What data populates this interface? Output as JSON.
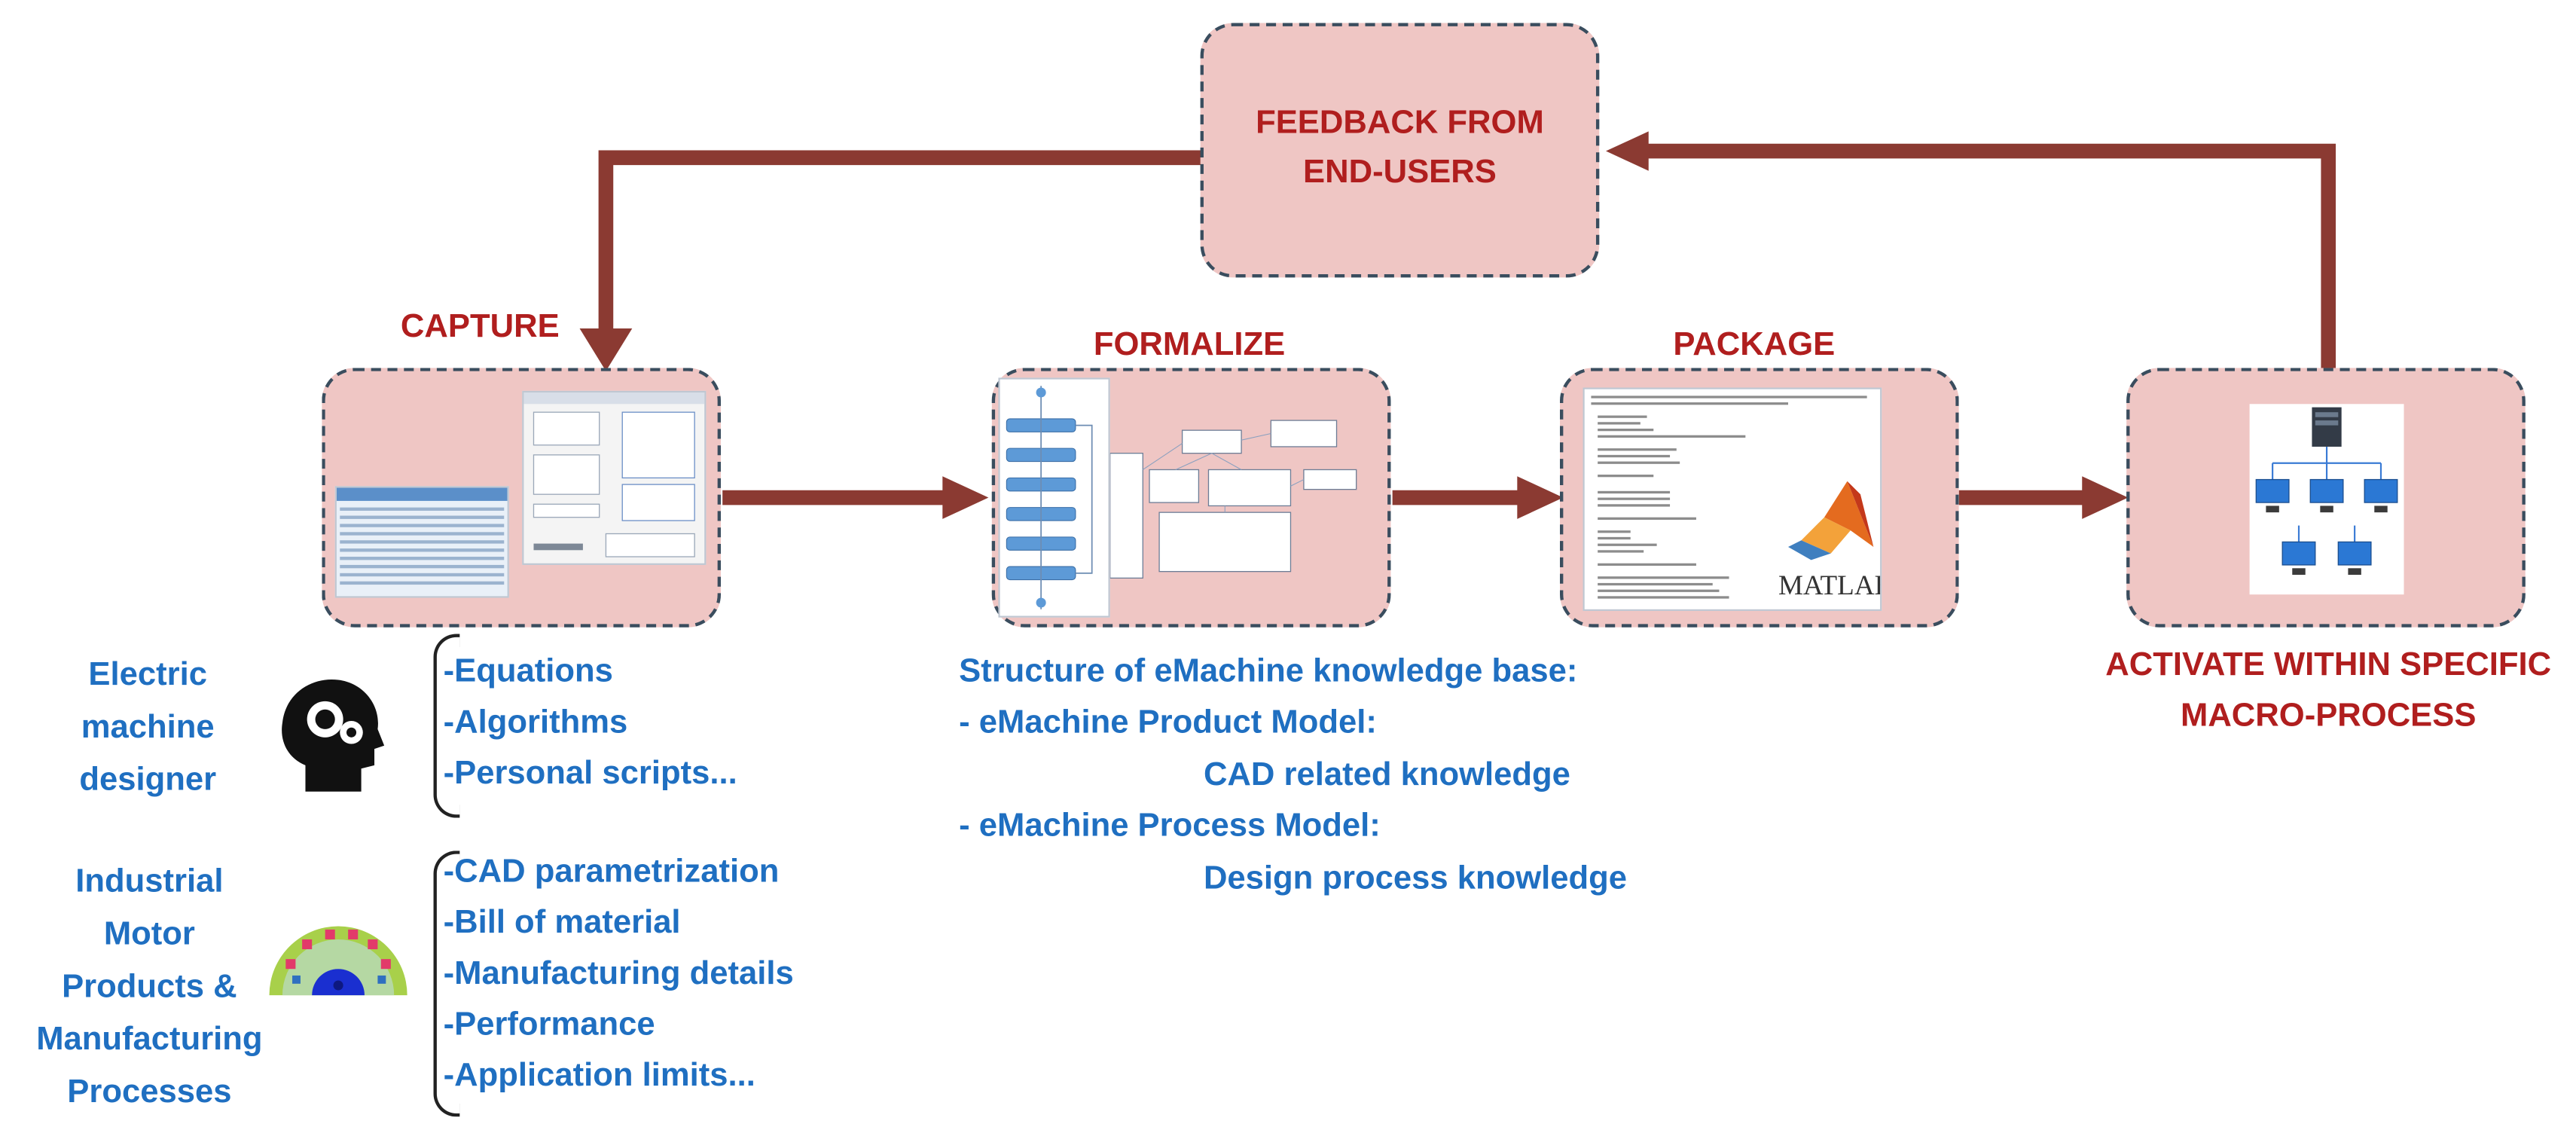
{
  "stages": {
    "capture": "CAPTURE",
    "formalize": "FORMALIZE",
    "package": "PACKAGE",
    "feedback": [
      "FEEDBACK FROM",
      "END-USERS"
    ],
    "activate": [
      "ACTIVATE WITHIN SPECIFIC",
      "MACRO-PROCESS"
    ]
  },
  "matlab_logo_text": "MATLAB",
  "sources": {
    "designer": {
      "label": [
        "Electric",
        "machine",
        "designer"
      ],
      "items": [
        "-Equations",
        "-Algorithms",
        "-Personal scripts..."
      ]
    },
    "industrial": {
      "label": [
        "Industrial",
        "Motor",
        "Products &",
        "Manufacturing",
        "Processes"
      ],
      "items": [
        "-CAD parametrization",
        "-Bill of material",
        "-Manufacturing details",
        "-Performance",
        "-Application limits..."
      ]
    }
  },
  "structure": {
    "heading": "Structure of eMachine knowledge base:",
    "product_model": "- eMachine Product Model:",
    "product_detail": "CAD related knowledge",
    "process_model": "- eMachine Process Model:",
    "process_detail": "Design process knowledge"
  },
  "colors": {
    "box_fill": "#efc6c4",
    "box_border": "#3a4d5e",
    "arrow": "#8b3a32",
    "title_red": "#b01e1e",
    "text_blue": "#1f6fc1"
  }
}
